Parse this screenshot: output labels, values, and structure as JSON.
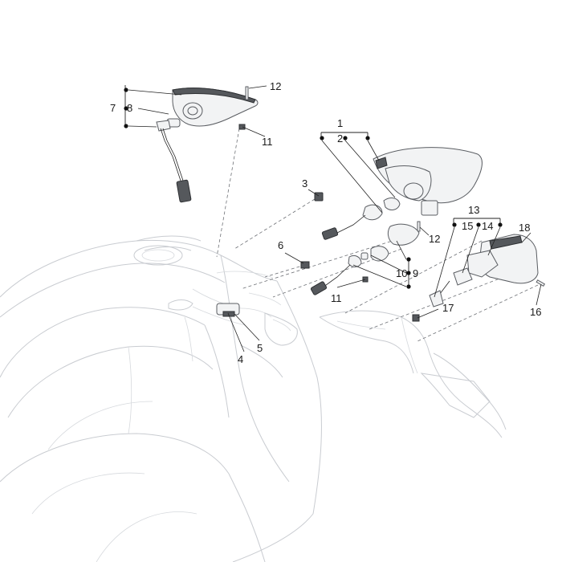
{
  "callouts": [
    {
      "key": "c1",
      "label": "1"
    },
    {
      "key": "c2",
      "label": "2"
    },
    {
      "key": "c3",
      "label": "3"
    },
    {
      "key": "c4",
      "label": "4"
    },
    {
      "key": "c5",
      "label": "5"
    },
    {
      "key": "c6",
      "label": "6"
    },
    {
      "key": "c7",
      "label": "7"
    },
    {
      "key": "c8",
      "label": "8"
    },
    {
      "key": "c9",
      "label": "9"
    },
    {
      "key": "c10",
      "label": "10"
    },
    {
      "key": "c11a",
      "label": "11"
    },
    {
      "key": "c11b",
      "label": "11"
    },
    {
      "key": "c12a",
      "label": "12"
    },
    {
      "key": "c12b",
      "label": "12"
    },
    {
      "key": "c13",
      "label": "13"
    },
    {
      "key": "c14",
      "label": "14"
    },
    {
      "key": "c15",
      "label": "15"
    },
    {
      "key": "c16",
      "label": "16"
    },
    {
      "key": "c17",
      "label": "17"
    },
    {
      "key": "c18",
      "label": "18"
    }
  ]
}
